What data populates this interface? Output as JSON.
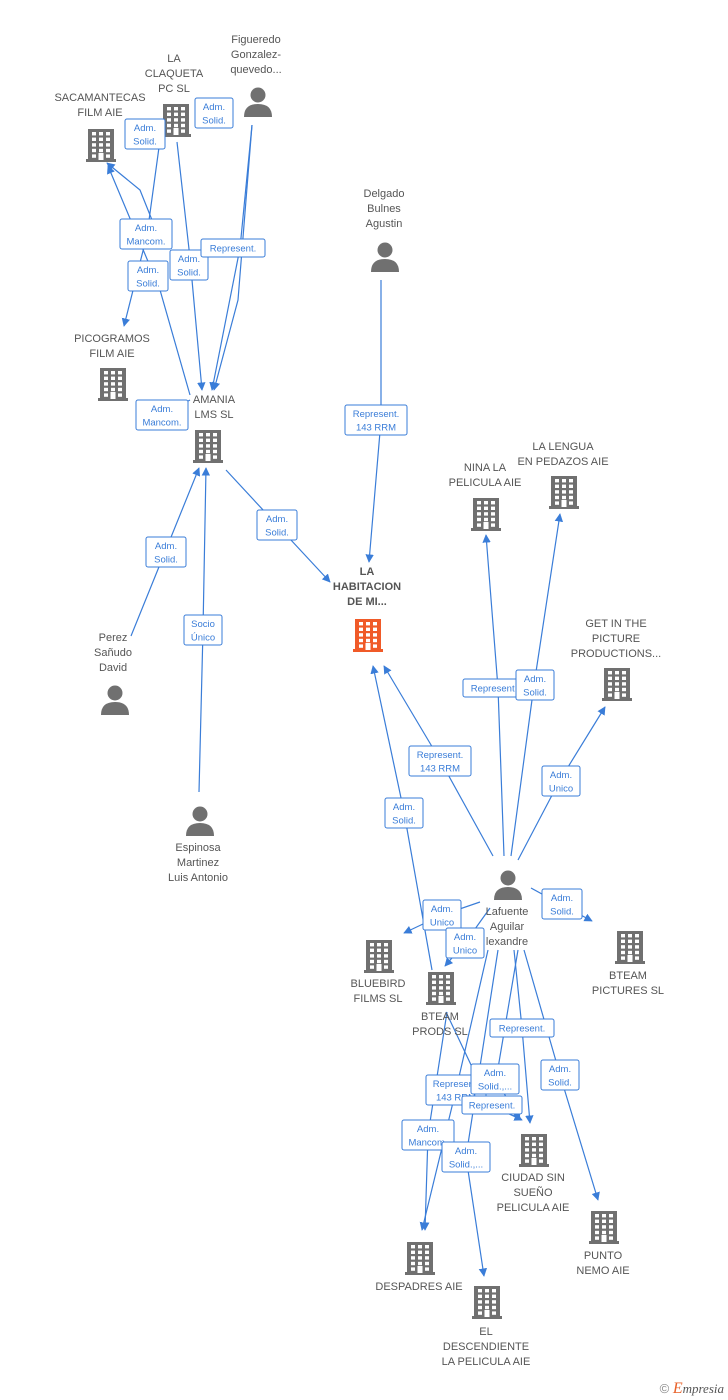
{
  "colors": {
    "edge": "#3a7dd8",
    "node": "#707070",
    "main_node": "#f05a28",
    "label": "#555555"
  },
  "nodes": [
    {
      "id": "sacamantecas",
      "type": "company",
      "lines": [
        "SACAMANTECAS",
        "FILM  AIE"
      ]
    },
    {
      "id": "claqueta",
      "type": "company",
      "lines": [
        "LA",
        "CLAQUETA",
        "PC SL"
      ]
    },
    {
      "id": "figueredo",
      "type": "person",
      "lines": [
        "Figueredo",
        "Gonzalez-",
        "quevedo..."
      ]
    },
    {
      "id": "picogramos",
      "type": "company",
      "lines": [
        "PICOGRAMOS",
        "FILM AIE"
      ]
    },
    {
      "id": "amania",
      "type": "company",
      "lines": [
        "AMANIA",
        "LMS SL"
      ]
    },
    {
      "id": "delgado",
      "type": "person",
      "lines": [
        "Delgado",
        "Bulnes",
        "Agustin"
      ]
    },
    {
      "id": "habitacion",
      "type": "main",
      "lines": [
        "LA",
        "HABITACION",
        "DE MI..."
      ]
    },
    {
      "id": "perez",
      "type": "person",
      "lines": [
        "Perez",
        "Sañudo",
        "David"
      ]
    },
    {
      "id": "espinosa",
      "type": "person",
      "lines": [
        "Espinosa",
        "Martinez",
        "Luis Antonio"
      ]
    },
    {
      "id": "nina",
      "type": "company",
      "lines": [
        "NINA LA",
        "PELICULA AIE"
      ]
    },
    {
      "id": "lengua",
      "type": "company",
      "lines": [
        "LA LENGUA",
        "EN PEDAZOS AIE"
      ]
    },
    {
      "id": "getin",
      "type": "company",
      "lines": [
        "GET IN THE",
        "PICTURE",
        "PRODUCTIONS..."
      ]
    },
    {
      "id": "lafuente",
      "type": "person",
      "lines": [
        "Lafuente",
        "Aguilar",
        "lexandre"
      ]
    },
    {
      "id": "bluebird",
      "type": "company",
      "lines": [
        "BLUEBIRD",
        "FILMS  SL"
      ]
    },
    {
      "id": "bteamprods",
      "type": "company",
      "lines": [
        "BTEAM",
        "PRODS  SL"
      ]
    },
    {
      "id": "bteampictures",
      "type": "company",
      "lines": [
        "BTEAM",
        "PICTURES  SL"
      ]
    },
    {
      "id": "ciudad",
      "type": "company",
      "lines": [
        "CIUDAD SIN",
        "SUEÑO",
        "PELICULA AIE"
      ]
    },
    {
      "id": "punto",
      "type": "company",
      "lines": [
        "PUNTO",
        "NEMO AIE"
      ]
    },
    {
      "id": "despadres",
      "type": "company",
      "lines": [
        "DESPADRES  AIE"
      ]
    },
    {
      "id": "descendiente",
      "type": "company",
      "lines": [
        "EL",
        "DESCENDIENTE",
        "LA PELICULA AIE"
      ]
    }
  ],
  "edges": [
    {
      "id": "e1",
      "from": "claqueta",
      "to": "sacamantecas",
      "label": [
        "Adm.",
        "Solid."
      ]
    },
    {
      "id": "e2",
      "from": "figueredo",
      "to": "claqueta",
      "label": [
        "Adm.",
        "Solid."
      ]
    },
    {
      "id": "e3",
      "from": "claqueta",
      "to": "picogramos",
      "label": [
        "Adm.",
        "Mancom."
      ]
    },
    {
      "id": "e4",
      "from": "amania",
      "to": "sacamantecas",
      "label": [
        "Adm.",
        "Solid."
      ]
    },
    {
      "id": "e5",
      "from": "claqueta",
      "to": "amania",
      "label": [
        "Adm.",
        "Solid."
      ]
    },
    {
      "id": "e6",
      "from": "figueredo",
      "to": "amania",
      "label": [
        "Represent."
      ]
    },
    {
      "id": "e7",
      "from": "amania",
      "to": "picogramos",
      "label": [
        "Adm.",
        "Mancom."
      ]
    },
    {
      "id": "e8",
      "from": "delgado",
      "to": "habitacion",
      "label": [
        "Represent.",
        "143 RRM"
      ]
    },
    {
      "id": "e9",
      "from": "amania",
      "to": "habitacion",
      "label": [
        "Adm.",
        "Solid."
      ]
    },
    {
      "id": "e10",
      "from": "perez",
      "to": "amania",
      "label": [
        "Adm.",
        "Solid."
      ]
    },
    {
      "id": "e11",
      "from": "espinosa",
      "to": "amania",
      "label": [
        "Socio",
        "Único"
      ]
    },
    {
      "id": "e12",
      "from": "lafuente",
      "to": "nina",
      "label": [
        "Represent."
      ]
    },
    {
      "id": "e13",
      "from": "lafuente",
      "to": "lengua",
      "label": [
        "Adm.",
        "Solid."
      ]
    },
    {
      "id": "e14",
      "from": "lafuente",
      "to": "getin",
      "label": [
        "Adm.",
        "Unico"
      ]
    },
    {
      "id": "e15",
      "from": "lafuente",
      "to": "habitacion",
      "label": [
        "Represent.",
        "143 RRM"
      ]
    },
    {
      "id": "e16",
      "from": "bteamprods",
      "to": "habitacion",
      "label": [
        "Adm.",
        "Solid."
      ]
    },
    {
      "id": "e17",
      "from": "lafuente",
      "to": "bluebird",
      "label": [
        "Adm.",
        "Unico"
      ]
    },
    {
      "id": "e18",
      "from": "lafuente",
      "to": "bteamprods",
      "label": [
        "Adm.",
        "Unico"
      ]
    },
    {
      "id": "e19",
      "from": "lafuente",
      "to": "bteampictures",
      "label": [
        "Adm.",
        "Solid."
      ]
    },
    {
      "id": "e20",
      "from": "lafuente",
      "to": "ciudad",
      "label": [
        "Represent."
      ]
    },
    {
      "id": "e21",
      "from": "lafuente",
      "to": "punto",
      "label": [
        "Adm.",
        "Solid."
      ]
    },
    {
      "id": "e22",
      "from": "lafuente",
      "to": "despadres",
      "label": [
        "Represent.",
        "143 RRM"
      ]
    },
    {
      "id": "e23",
      "from": "lafuente",
      "to": "ciudad",
      "label": [
        "Adm.",
        "Solid.,..."
      ]
    },
    {
      "id": "e24",
      "from": "bteamprods",
      "to": "ciudad",
      "label": [
        "Represent."
      ]
    },
    {
      "id": "e25",
      "from": "bteamprods",
      "to": "despadres",
      "label": [
        "Adm.",
        "Mancom."
      ]
    },
    {
      "id": "e26",
      "from": "lafuente",
      "to": "descendiente",
      "label": [
        "Adm.",
        "Solid.,..."
      ]
    }
  ],
  "footer": {
    "copyright": "©",
    "brand_initial": "E",
    "brand_rest": "mpresia"
  }
}
